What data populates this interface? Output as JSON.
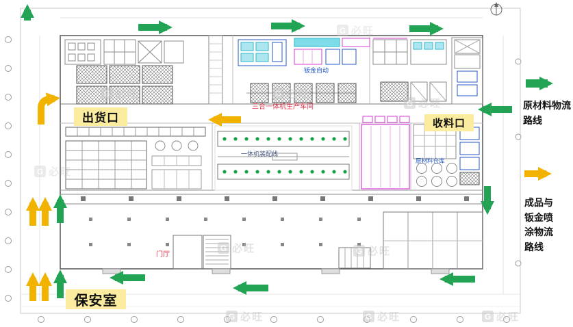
{
  "colors": {
    "route_green": "#23A455",
    "route_yellow": "#F2B200",
    "label_bg": "#FBEC9F",
    "plan_red": "#E03A4E",
    "plan_magenta": "#D63CD6",
    "plan_cyan": "#2BB8CB",
    "plan_blue": "#2457C5",
    "watermark": "#C7C7C7"
  },
  "plan_labels": {
    "shipping_exit": "出货口",
    "receiving_port": "收料口",
    "security_room": "保安室",
    "entrance_hall": "门厅",
    "workshop": "三合一体机生产车间",
    "sheet_metal_auto": "钣金自动",
    "assembly_line": "一体机装配线",
    "raw_material_warehouse": "原材料仓库"
  },
  "route_labels": {
    "raw_material": "原材料物流路线",
    "finished_goods": "成品与钣金喷涂物流路线"
  },
  "watermark": {
    "logo": "G",
    "text": "必旺"
  }
}
